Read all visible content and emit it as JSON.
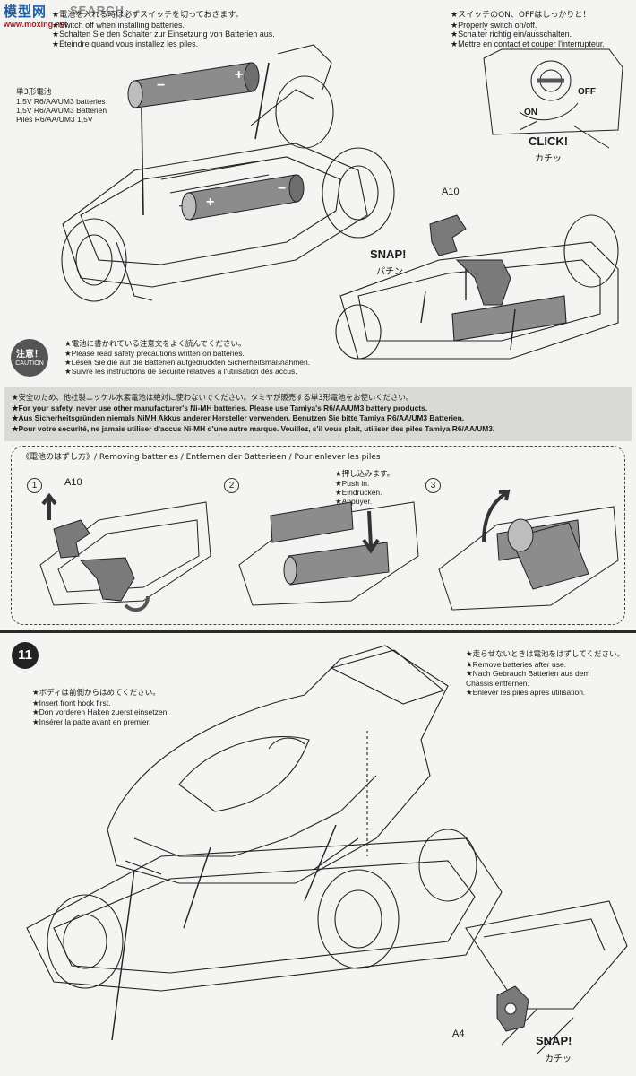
{
  "watermark": {
    "logo": "模型网",
    "search": "SEARCH",
    "url": "www.moxing.net"
  },
  "switch_off_note": {
    "jp": "★電池を入れる時は必ずスイッチを切っておきます。",
    "lines": [
      "★Switch off when installing batteries.",
      "★Schalten Sie den Schalter zur Einsetzung von Batterien aus.",
      "★Eteindre quand vous installez les piles."
    ]
  },
  "battery_label": {
    "lines": [
      "単3形電池",
      "1.5V R6/AA/UM3 batteries",
      "1,5V R6/AA/UM3 Batterien",
      "Piles R6/AA/UM3 1,5V"
    ]
  },
  "switch_note": {
    "lines": [
      "★スイッチのON、OFFはしっかりと！",
      "★Properly switch on/off.",
      "★Schalter richtig ein/ausschalten.",
      "★Mettre en contact et couper l'interrupteur."
    ]
  },
  "switch_diagram": {
    "on": "ON",
    "off": "OFF",
    "click_en": "CLICK!",
    "click_jp": "カチッ"
  },
  "part_a10": "A10",
  "snap_top": {
    "en": "SNAP!",
    "jp": "パチン"
  },
  "caution": {
    "badge_jp": "注意！",
    "badge_en": "CAUTION",
    "lines": [
      "★電池に書かれている注意文をよく読んでください。",
      "★Please read safety precautions written on batteries.",
      "★Lesen Sie die auf die Batterien aufgedruckten Sicherheitsmaßnahmen.",
      "★Suivre les instructions de sécurité relatives à l'utilisation des accus."
    ]
  },
  "warning_band": {
    "lines": [
      "★安全のため、他社製ニッケル水素電池は絶対に使わないでください。タミヤが販売する単3形電池をお使いください。",
      "★For your safety, never use other manufacturer's Ni-MH batteries. Please use Tamiya's R6/AA/UM3 battery products.",
      "★Aus Sicherheitsgründen niemals NiMH Akkus anderer Hersteller verwenden. Benutzen Sie bitte Tamiya R6/AA/UM3 Batterien.",
      "★Pour votre securité, ne jamais utiliser d'accus Ni-MH d'une autre marque. Veuillez, s'il vous plait, utiliser des piles Tamiya R6/AA/UM3."
    ]
  },
  "removing": {
    "title": "《電池のはずし方》/ Removing batteries / Entfernen der Batterieen / Pour enlever les piles",
    "steps": [
      "1",
      "2",
      "3"
    ],
    "step1_part": "A10",
    "push_lines": [
      "★押し込みます。",
      "★Push in.",
      "★Eindrücken.",
      "★Appuyer."
    ]
  },
  "step11": {
    "number": "11",
    "remove_lines": [
      "★走らせないときは電池をはずしてください。",
      "★Remove batteries after use.",
      "★Nach Gebrauch Batterien aus dem",
      "Chassis entfernen.",
      "★Enlever les piles après utilisation."
    ],
    "hook_lines": [
      "★ボディは前側からはめてください。",
      "★Insert front hook first.",
      "★Don vorderen Haken zuerst einsetzen.",
      "★Insérer la patte avant en premier."
    ],
    "part_a4": "A4",
    "snap": {
      "en": "SNAP!",
      "jp": "カチッ"
    }
  },
  "colors": {
    "ink": "#1a1a1a",
    "paper": "#f4f4f2",
    "band": "#d9d9d6",
    "battery": "#8c8c8c",
    "part_gray": "#7a7a7a"
  }
}
